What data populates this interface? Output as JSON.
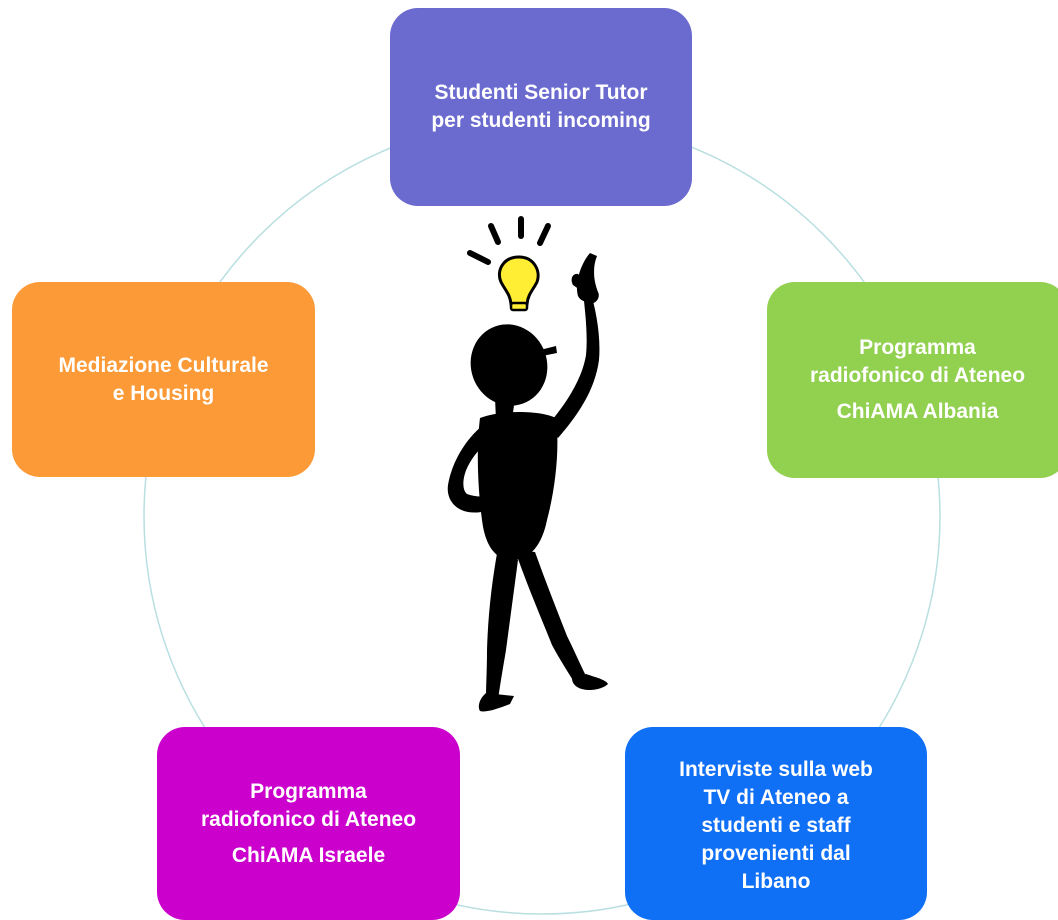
{
  "colors": {
    "ring": "#b9dfe0",
    "figure": "#000000",
    "bulb": "#ffee33"
  },
  "nodes": {
    "top": {
      "line1": "Studenti Senior Tutor",
      "line2": "per studenti incoming",
      "color": "#6b6bcf"
    },
    "right": {
      "line1": "Programma",
      "line2": "radiofonico di Ateneo",
      "line3": "ChiAMA Albania",
      "color": "#92d050"
    },
    "left": {
      "line1": "Mediazione Culturale",
      "line2": "e Housing",
      "color": "#fb9a37"
    },
    "bottom_left": {
      "line1": "Programma",
      "line2": "radiofonico di Ateneo",
      "line3": "ChiAMA Israele",
      "color": "#cc00cc"
    },
    "bottom_right": {
      "line1": "Interviste sulla web",
      "line2": "TV di Ateneo a",
      "line3": "studenti e staff",
      "line4": "provenienti dal",
      "line5": "Libano",
      "color": "#0f6ff5"
    }
  },
  "figure_icon": "thinking-person-with-lightbulb-icon"
}
